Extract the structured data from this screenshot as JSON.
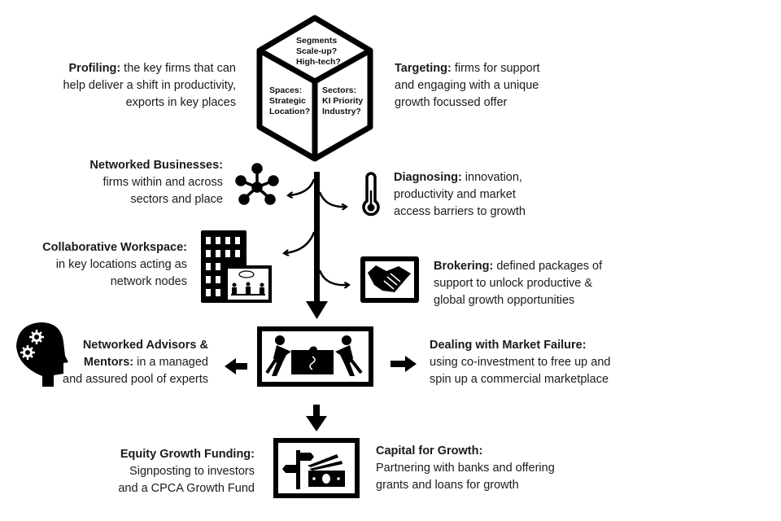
{
  "cube": {
    "top": [
      "Segments",
      "Scale-up?",
      "High-tech?"
    ],
    "left": [
      "Spaces:",
      "Strategic",
      "Location?"
    ],
    "right": [
      "Sectors:",
      "KI Priority",
      "Industry?"
    ]
  },
  "items": {
    "profiling": {
      "title": "Profiling:",
      "line1_rest": " the key firms that can",
      "line2": "help deliver a shift in productivity,",
      "line3": "exports in key places"
    },
    "targeting": {
      "title": "Targeting:",
      "line1_rest": " firms for support",
      "line2": "and engaging with a unique",
      "line3": "growth focussed offer"
    },
    "networked_businesses": {
      "title": "Networked Businesses:",
      "line2": "firms within and across",
      "line3": "sectors and place"
    },
    "diagnosing": {
      "title": "Diagnosing:",
      "line1_rest": " innovation,",
      "line2": "productivity and market",
      "line3": "access barriers to growth"
    },
    "collaborative_workspace": {
      "title": "Collaborative Workspace:",
      "line2": "in key locations acting as",
      "line3": "network nodes"
    },
    "brokering": {
      "title": "Brokering:",
      "line1_rest": " defined packages of",
      "line2": "support to unlock productive &",
      "line3": "global growth opportunities"
    },
    "advisors": {
      "title": "Networked Advisors &",
      "line2_title": "Mentors:",
      "line2_rest": " in a managed",
      "line3": "and assured pool of experts"
    },
    "market_failure": {
      "title": "Dealing with Market Failure:",
      "line2": "using co-investment to free up and",
      "line3": "spin up a commercial marketplace"
    },
    "equity": {
      "title": "Equity Growth Funding:",
      "line2": "Signposting to investors",
      "line3": "and a CPCA Growth Fund"
    },
    "capital": {
      "title": "Capital for Growth:",
      "line2": "Partnering with banks and offering",
      "line3": "grants and loans for growth"
    }
  },
  "icons": {
    "cube": "cube-icon",
    "network": "network-hub-icon",
    "thermometer": "thermometer-icon",
    "building": "office-building-meeting-icon",
    "handshake": "handshake-icon",
    "head_gears": "head-gears-icon",
    "puzzle": "people-puzzle-icon",
    "signpost_money": "signpost-money-icon"
  },
  "colors": {
    "ink": "#000000",
    "text": "#1a1a1a",
    "background": "#ffffff"
  }
}
